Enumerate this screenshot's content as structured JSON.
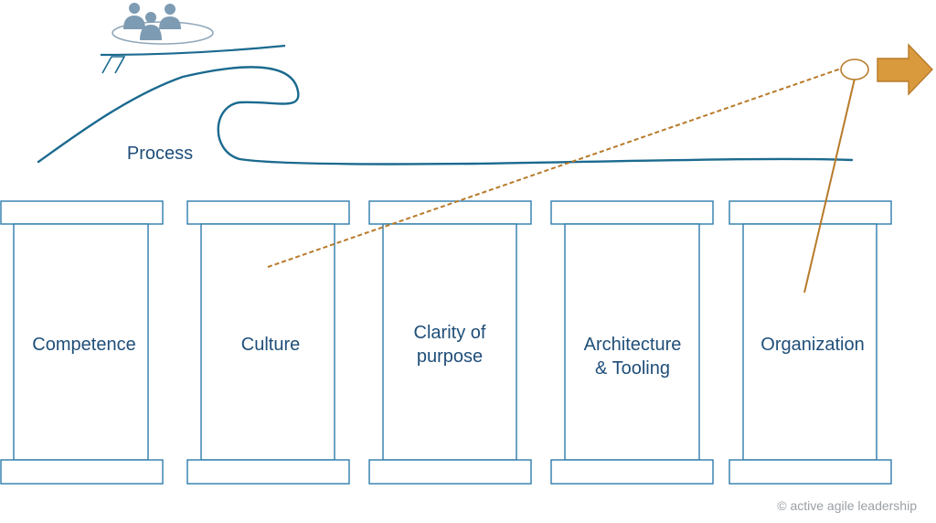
{
  "diagram": {
    "process_label": "Process",
    "pillars": [
      {
        "line1": "Competence",
        "line2": ""
      },
      {
        "line1": "Culture",
        "line2": ""
      },
      {
        "line1": "Clarity of",
        "line2": "purpose"
      },
      {
        "line1": "Architecture",
        "line2": "& Tooling"
      },
      {
        "line1": "Organization",
        "line2": ""
      }
    ],
    "copyright": "© active agile leadership"
  },
  "colors": {
    "pillar_stroke": "#2e7cac",
    "text": "#1f4e79",
    "wave": "#1b6a8f",
    "people": "#7d9bb3",
    "accent_orange": "#d4953c",
    "accent_line": "#b87a2a",
    "copyright": "#9aa0a6"
  },
  "icons": {
    "team": "people-group-icon",
    "arrow": "arrow-right-icon"
  }
}
